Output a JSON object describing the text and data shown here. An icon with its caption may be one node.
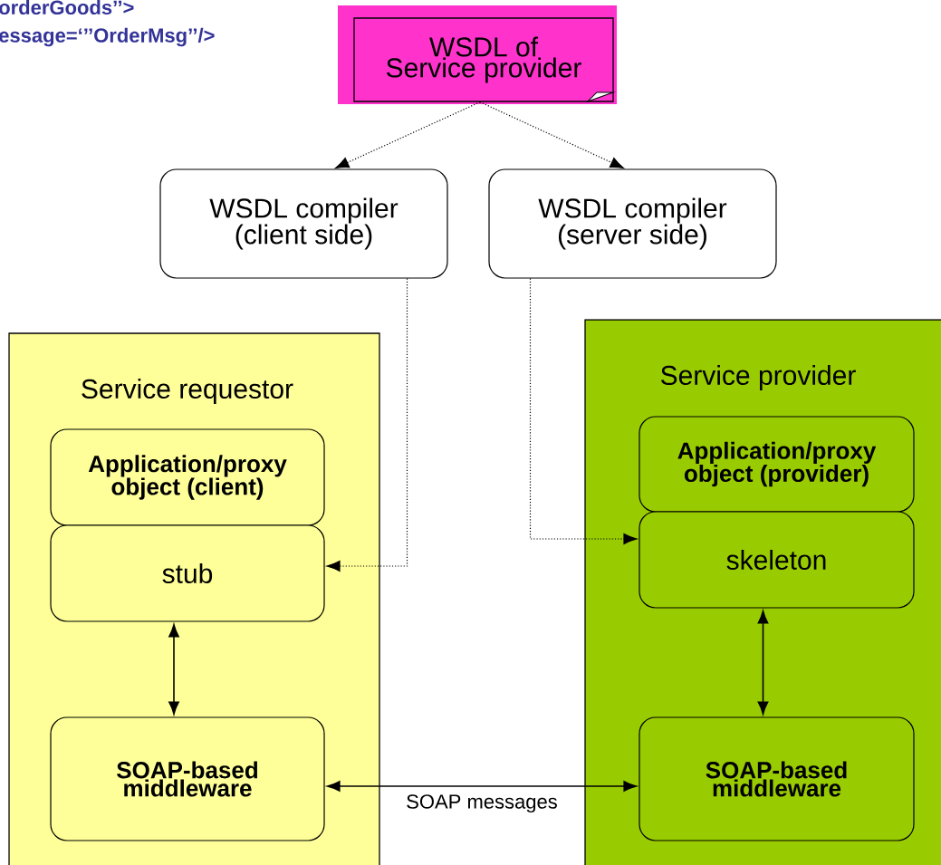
{
  "diagram": {
    "nodes": [
      {
        "text": [
          "WSDL of Service provider"
        ]
      },
      {
        "text": [
          "WSDL compiler (client side)"
        ]
      },
      {
        "text": [
          "WSDL compiler (server side)"
        ]
      },
      {
        "text": [
          "Service requestor"
        ]
      },
      {
        "text": [
          "Application/proxy object (client)"
        ],
        "in": 3
      },
      {
        "text": [
          "stub"
        ],
        "in": 3
      },
      {
        "text": [
          "SOAP-based middleware"
        ],
        "in": 3
      },
      {
        "text": [
          "Service provider"
        ]
      },
      {
        "text": [
          "Application/proxy object (provider)"
        ],
        "in": 7
      },
      {
        "text": [
          "skeleton"
        ],
        "in": 7
      },
      {
        "text": [
          "SOAP-based middleware"
        ],
        "in": 7
      }
    ],
    "edges": [
      {
        "from": 0,
        "to": 1,
        "arrow": "to",
        "style": "dashed"
      },
      {
        "from": 0,
        "to": 2,
        "arrow": "to",
        "style": "dashed"
      },
      {
        "from": 1,
        "to": 5,
        "arrow": "to",
        "style": "dashed"
      },
      {
        "from": 2,
        "to": 9,
        "arrow": "to",
        "style": "dashed"
      },
      {
        "from": 5,
        "to": 6,
        "arrow": "both"
      },
      {
        "from": 9,
        "to": 10,
        "arrow": "both"
      },
      {
        "from": 6,
        "to": 10,
        "arrow": "both",
        "label": "SOAP messages"
      }
    ],
    "labels": [
      "orderGoods’’>",
      "essage=‘’’OrderMsg’’/>"
    ]
  }
}
